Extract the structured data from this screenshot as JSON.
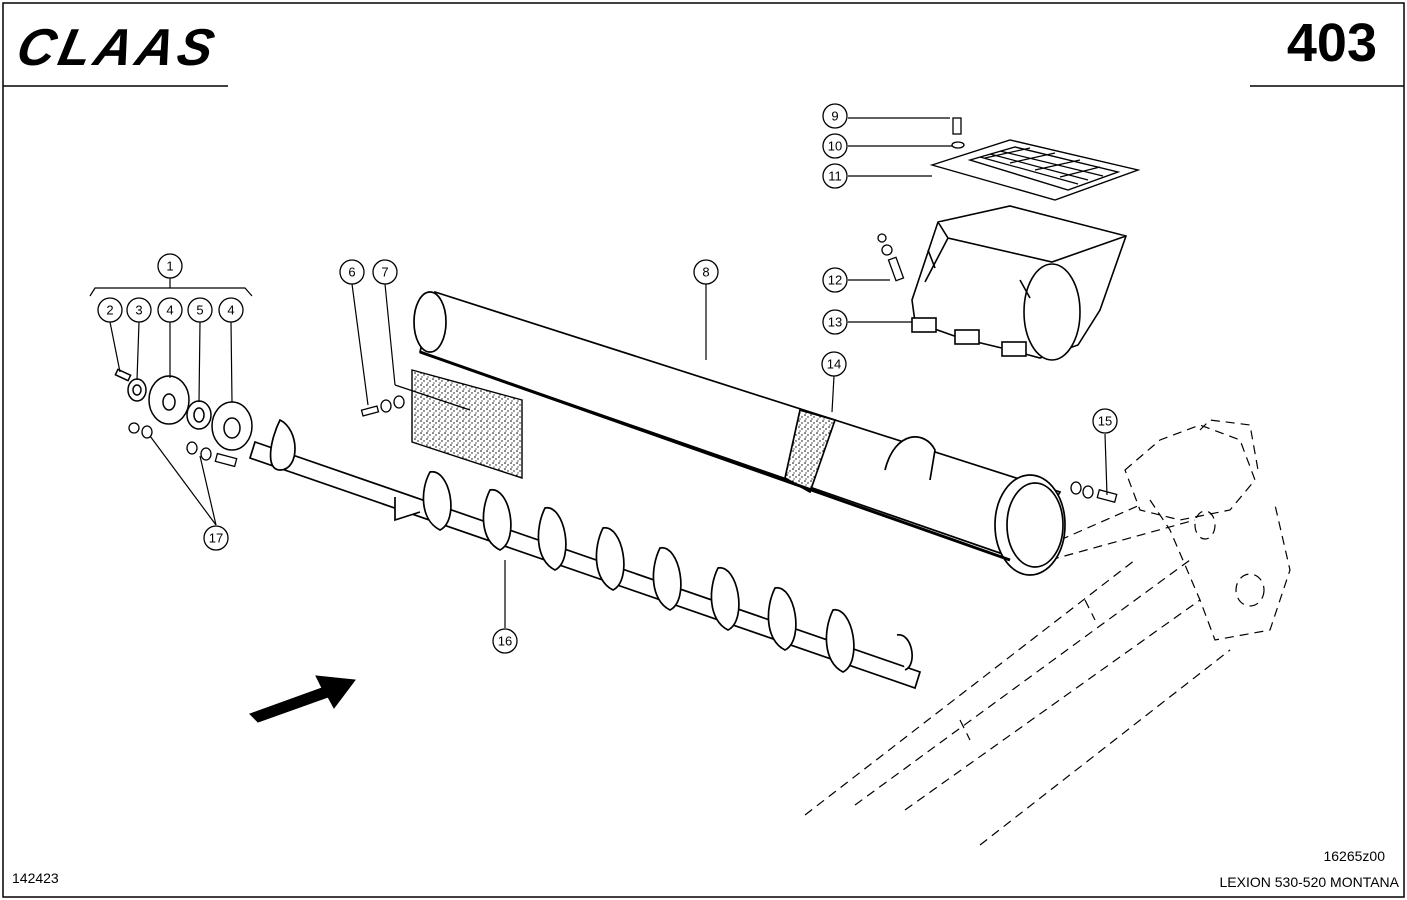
{
  "header": {
    "brand": "CLAAS",
    "page_number": "403"
  },
  "footer": {
    "left_code": "142423",
    "drawing_code": "16265z00",
    "model": "LEXION 530-520 MONTANA"
  },
  "callouts": [
    {
      "id": "c1",
      "label": "1"
    },
    {
      "id": "c2",
      "label": "2"
    },
    {
      "id": "c3",
      "label": "3"
    },
    {
      "id": "c4a",
      "label": "4"
    },
    {
      "id": "c5",
      "label": "5"
    },
    {
      "id": "c4b",
      "label": "4"
    },
    {
      "id": "c6",
      "label": "6"
    },
    {
      "id": "c7",
      "label": "7"
    },
    {
      "id": "c8",
      "label": "8"
    },
    {
      "id": "c9",
      "label": "9"
    },
    {
      "id": "c10",
      "label": "10"
    },
    {
      "id": "c11",
      "label": "11"
    },
    {
      "id": "c12",
      "label": "12"
    },
    {
      "id": "c13",
      "label": "13"
    },
    {
      "id": "c14",
      "label": "14"
    },
    {
      "id": "c15",
      "label": "15"
    },
    {
      "id": "c16",
      "label": "16"
    },
    {
      "id": "c17",
      "label": "17"
    }
  ]
}
